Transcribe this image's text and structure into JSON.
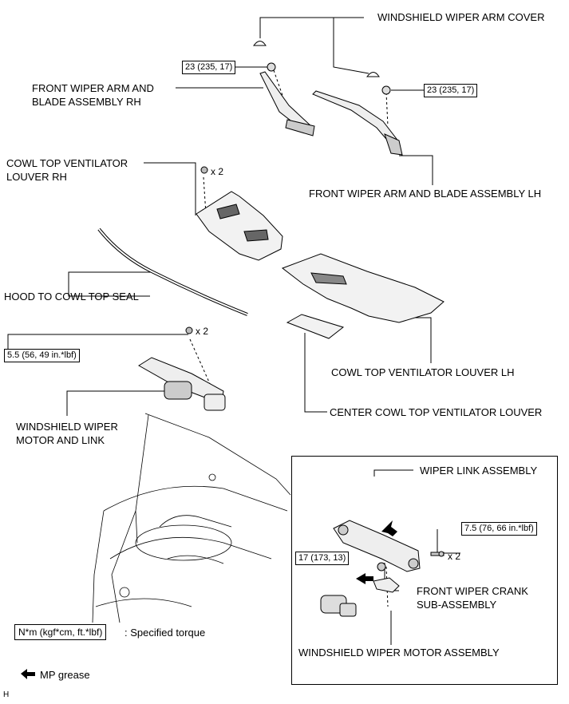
{
  "labels": {
    "arm_cover": "WINDSHIELD WIPER ARM COVER",
    "arm_rh_line1": "FRONT WIPER ARM AND",
    "arm_rh_line2": "BLADE ASSEMBLY RH",
    "arm_lh": "FRONT WIPER ARM AND BLADE ASSEMBLY LH",
    "louver_rh_line1": "COWL TOP VENTILATOR",
    "louver_rh_line2": "LOUVER RH",
    "hood_seal": "HOOD TO COWL TOP SEAL",
    "louver_lh": "COWL TOP VENTILATOR LOUVER LH",
    "center_louver": "CENTER COWL TOP VENTILATOR LOUVER",
    "motor_link_line1": "WINDSHIELD WIPER",
    "motor_link_line2": "MOTOR AND LINK",
    "link_assembly": "WIPER LINK ASSEMBLY",
    "crank_line1": "FRONT WIPER CRANK",
    "crank_line2": "SUB-ASSEMBLY",
    "motor_assembly": "WINDSHIELD WIPER MOTOR ASSEMBLY"
  },
  "torques": {
    "arm_rh": "23 (235, 17)",
    "arm_lh": "23 (235, 17)",
    "motor_link": "5.5 (56, 49 in.*lbf)",
    "link_bolt": "7.5 (76, 66 in.*lbf)",
    "crank_nut": "17 (173, 13)"
  },
  "quantities": {
    "louver_clip": "x 2",
    "motor_bolt": "x 2",
    "link_bolt": "x 2"
  },
  "legend": {
    "torque_unit": "N*m (kgf*cm, ft.*lbf)",
    "torque_text": ": Specified torque",
    "grease_text": "MP grease"
  },
  "figure_code": "H"
}
